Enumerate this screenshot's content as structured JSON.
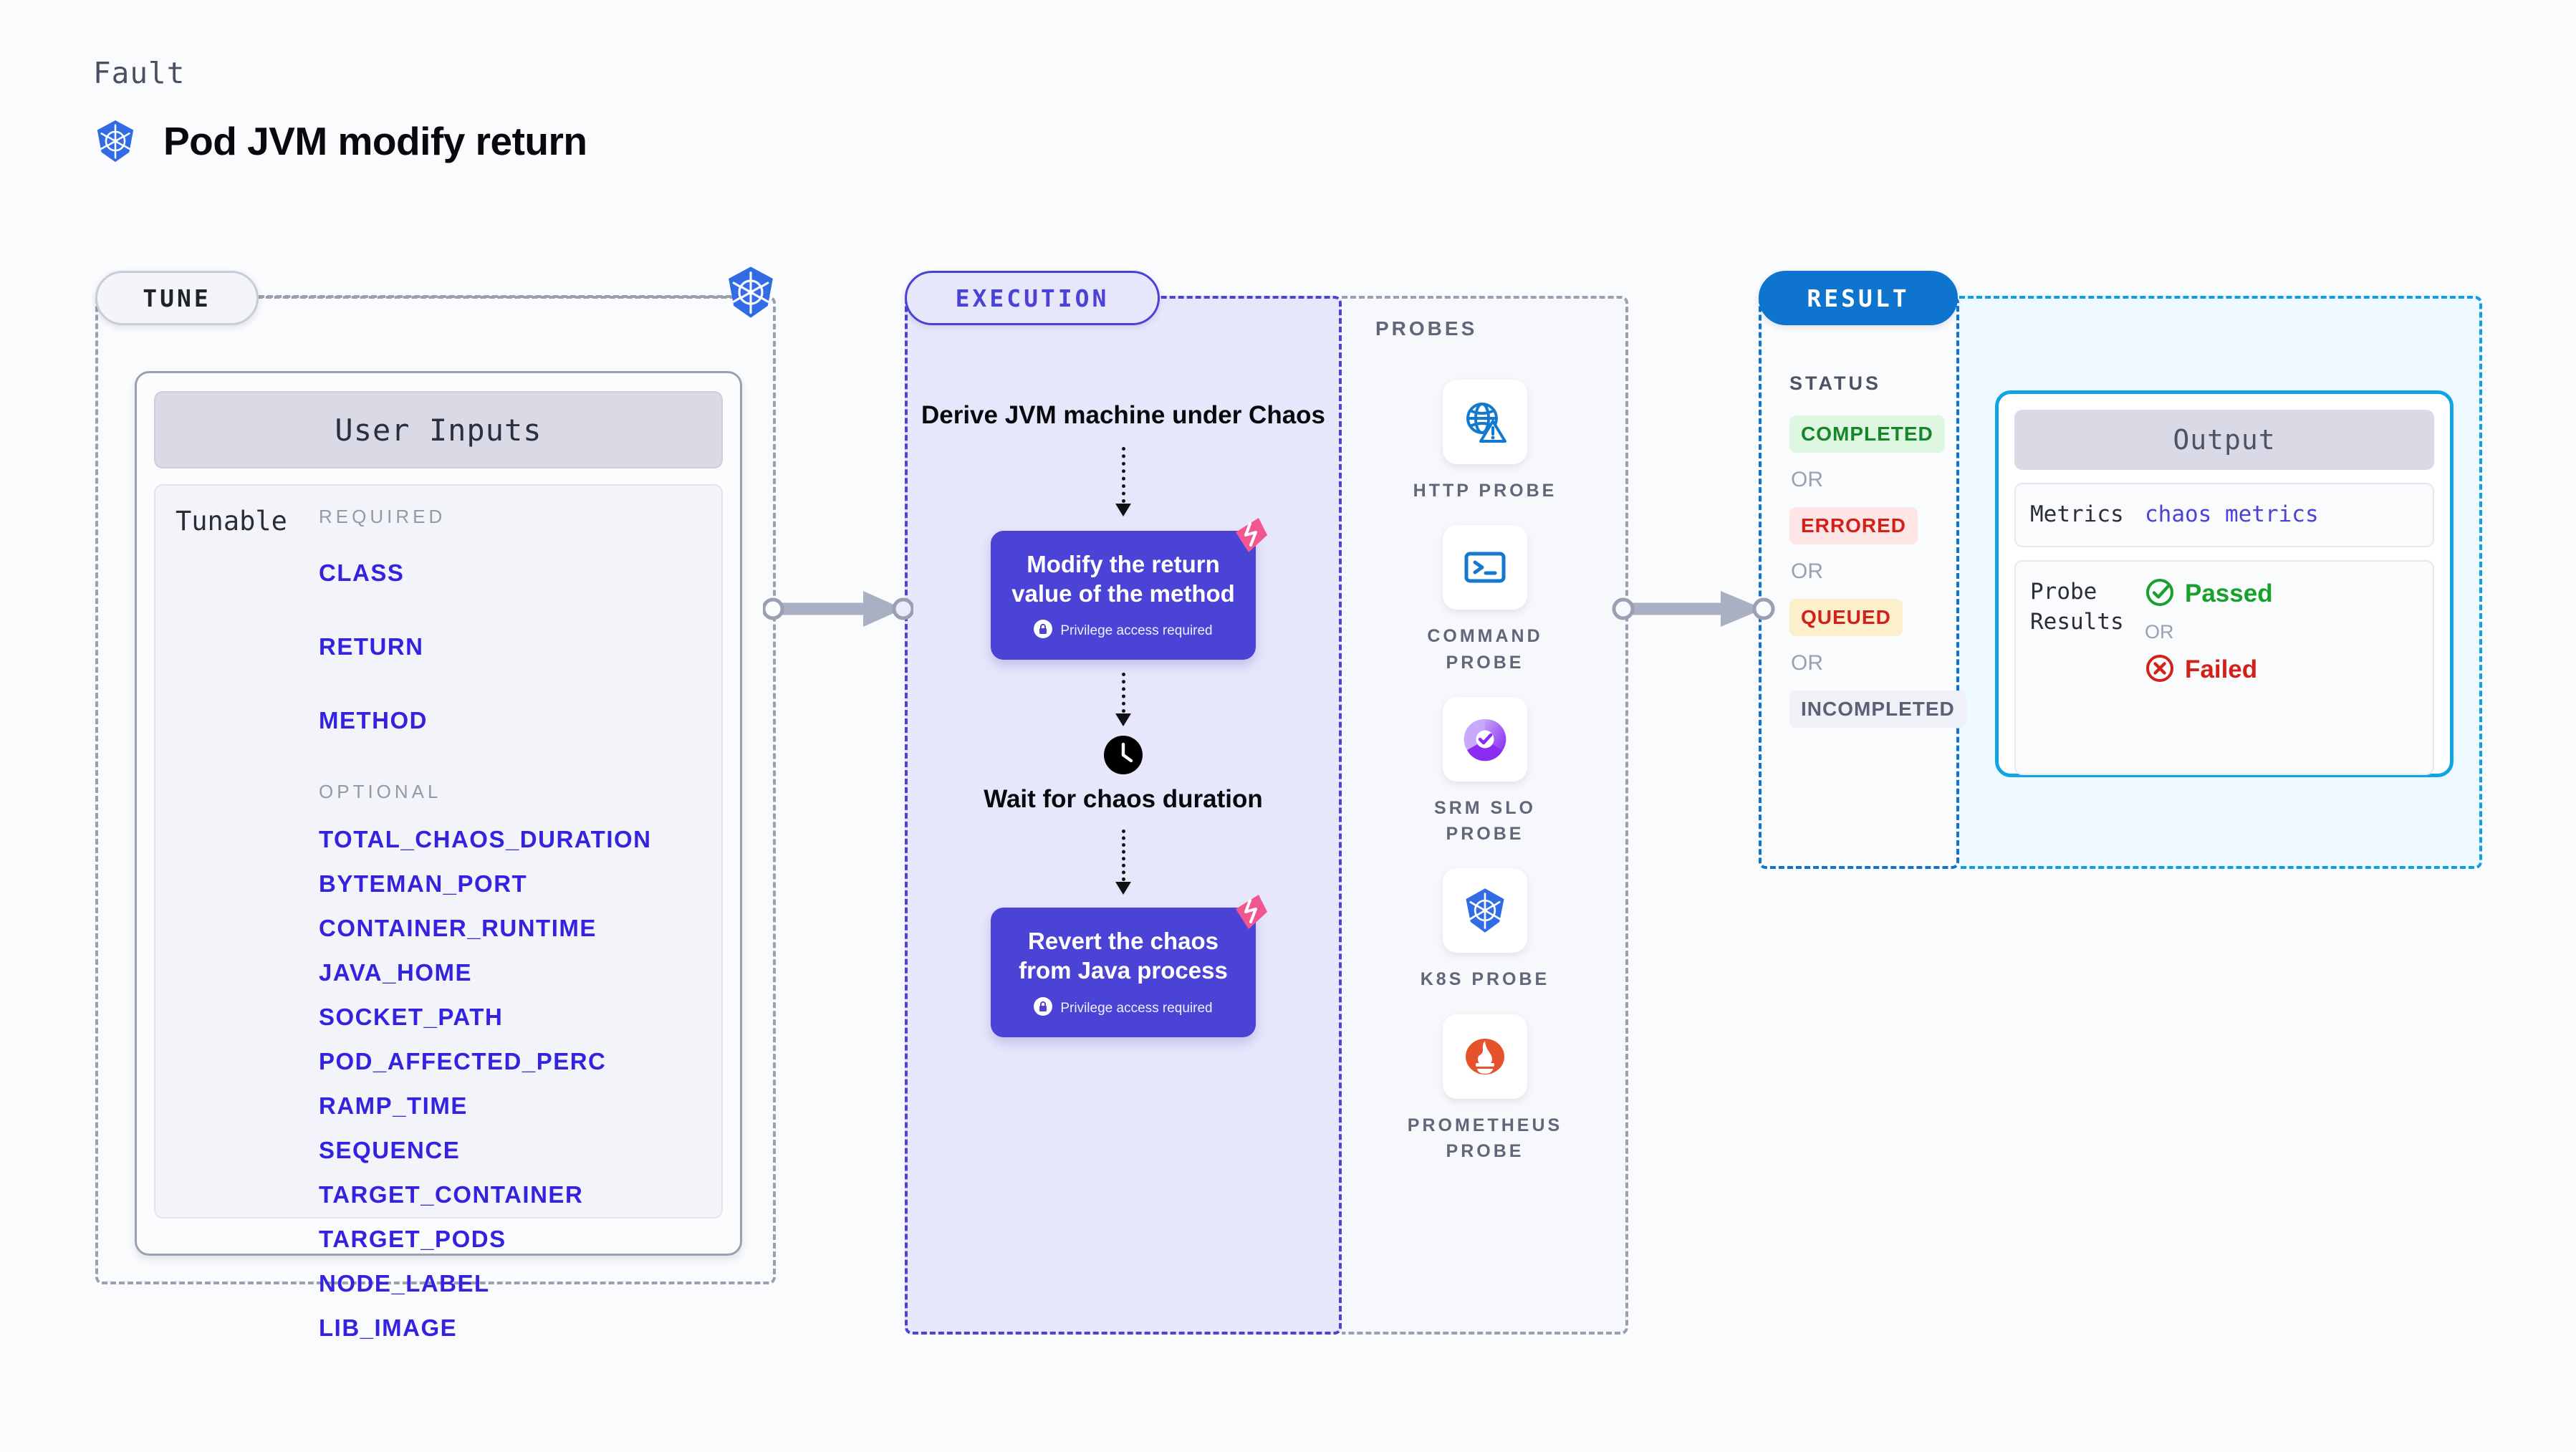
{
  "header": {
    "eyebrow": "Fault",
    "title": "Pod JVM modify return",
    "logo_icon": "kubernetes-icon"
  },
  "tune": {
    "pill_label": "TUNE",
    "node_icon": "kubernetes-icon",
    "card": {
      "header": "User Inputs",
      "row_label": "Tunable",
      "required_label": "REQUIRED",
      "required": [
        "CLASS",
        "RETURN",
        "METHOD"
      ],
      "optional_label": "OPTIONAL",
      "optional": [
        "TOTAL_CHAOS_DURATION",
        "BYTEMAN_PORT",
        "CONTAINER_RUNTIME",
        "JAVA_HOME",
        "SOCKET_PATH",
        "POD_AFFECTED_PERC",
        "RAMP_TIME",
        "SEQUENCE",
        "TARGET_CONTAINER",
        "TARGET_PODS",
        "NODE_LABEL",
        "LIB_IMAGE"
      ]
    }
  },
  "execution": {
    "pill_label": "EXECUTION",
    "steps": [
      {
        "type": "text",
        "label": "Derive JVM machine under Chaos"
      },
      {
        "type": "card",
        "label": "Modify the return value of the method",
        "note": "Privilege access required",
        "note_icon": "lock-icon",
        "badge_icon": "litmus-icon"
      },
      {
        "type": "clock",
        "label": "Wait for chaos duration",
        "icon": "clock-icon"
      },
      {
        "type": "card",
        "label": "Revert the chaos from Java process",
        "note": "Privilege access required",
        "note_icon": "lock-icon",
        "badge_icon": "litmus-icon"
      }
    ]
  },
  "probes": {
    "title": "PROBES",
    "items": [
      {
        "label": "HTTP PROBE",
        "icon": "globe-warning-icon"
      },
      {
        "label": "COMMAND PROBE",
        "icon": "terminal-icon"
      },
      {
        "label": "SRM SLO PROBE",
        "icon": "slo-check-icon"
      },
      {
        "label": "K8S PROBE",
        "icon": "kubernetes-icon"
      },
      {
        "label": "PROMETHEUS PROBE",
        "icon": "prometheus-icon"
      }
    ]
  },
  "result": {
    "pill_label": "RESULT",
    "status_title": "STATUS",
    "or_label": "OR",
    "statuses": [
      {
        "label": "COMPLETED",
        "style": "st-completed"
      },
      {
        "label": "ERRORED",
        "style": "st-errored"
      },
      {
        "label": "QUEUED",
        "style": "st-queued"
      },
      {
        "label": "INCOMPLETED",
        "style": "st-incomplete"
      }
    ]
  },
  "output": {
    "header": "Output",
    "metrics_key": "Metrics",
    "metrics_value": "chaos metrics",
    "probe_results_key": "Probe Results",
    "passed_label": "Passed",
    "failed_label": "Failed",
    "or_label": "OR",
    "passed_icon": "check-circle-icon",
    "failed_icon": "x-circle-icon"
  },
  "colors": {
    "accent_purple": "#4b42d6",
    "accent_blue": "#0e74ce",
    "accent_cyan": "#0fa5e4",
    "k8s_blue": "#326ce5",
    "litmus_pink": "#f2568f",
    "param_blue": "#3322e0",
    "pass_green": "#17a02b",
    "fail_red": "#d2201b"
  }
}
